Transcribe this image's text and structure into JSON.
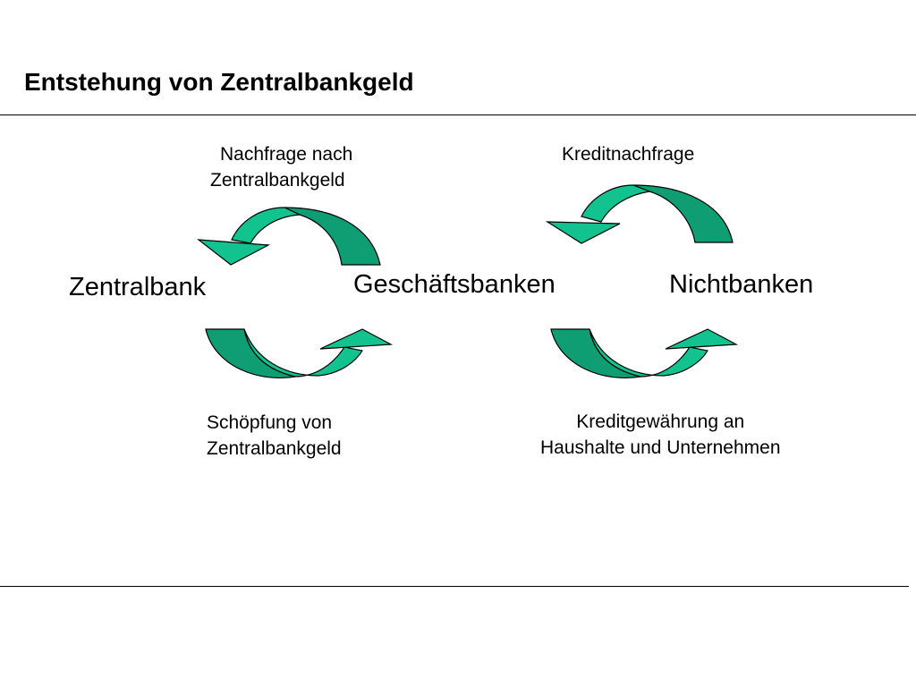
{
  "title": "Entstehung von Zentralbankgeld",
  "nodes": {
    "zentralbank": "Zentralbank",
    "geschaeftsbanken": "Geschäftsbanken",
    "nichtbanken": "Nichtbanken"
  },
  "labels": {
    "nachfrage": [
      "Nachfrage nach",
      "Zentralbankgeld"
    ],
    "kreditnachfrage": "Kreditnachfrage",
    "schoepfung": [
      "Schöpfung von",
      "Zentralbankgeld"
    ],
    "kreditgewaehrung": [
      "Kreditgewährung an",
      "Haushalte und Unternehmen"
    ]
  },
  "colors": {
    "arrow_light": "#12C38F",
    "arrow_dark": "#0F9E73",
    "outline": "#000000"
  }
}
